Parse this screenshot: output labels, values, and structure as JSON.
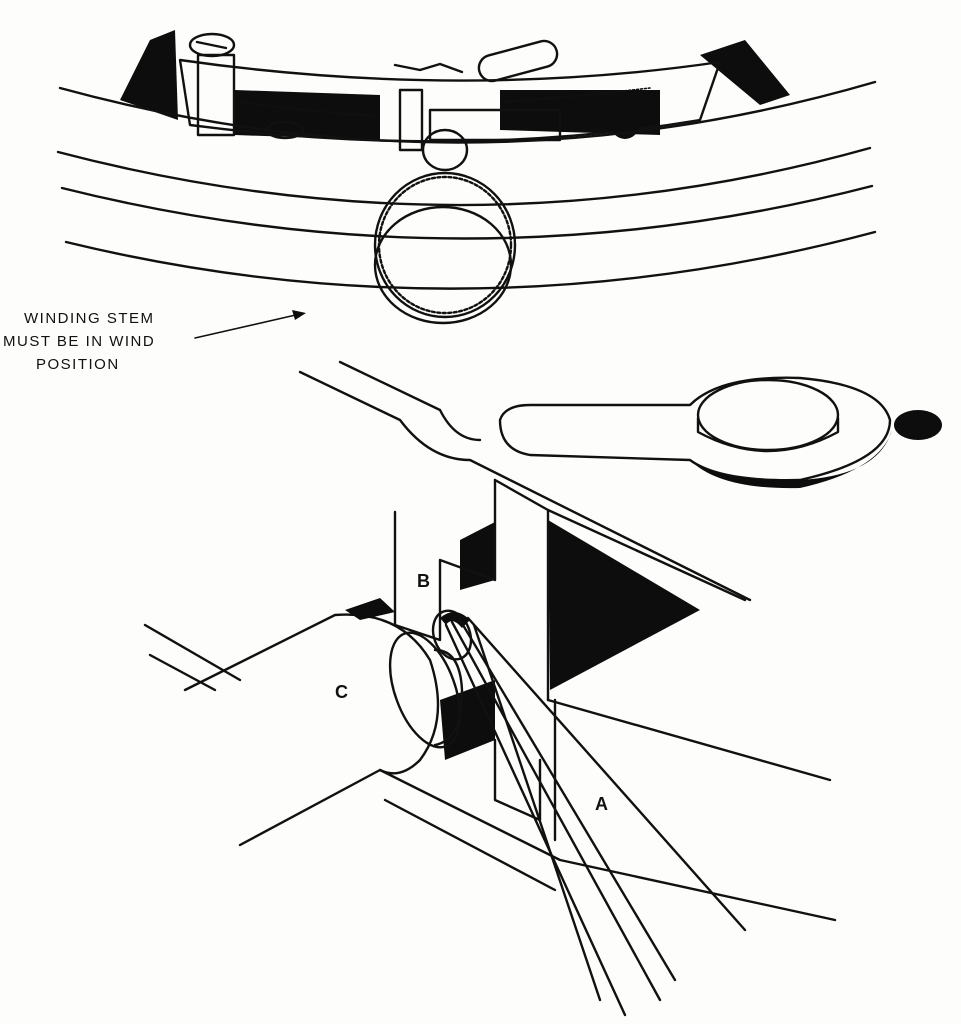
{
  "diagram": {
    "callout": {
      "lines": [
        "WINDING STEM",
        "MUST BE IN WIND",
        "POSITION"
      ]
    },
    "parts": {
      "a": "A",
      "b": "B",
      "c": "C"
    }
  }
}
